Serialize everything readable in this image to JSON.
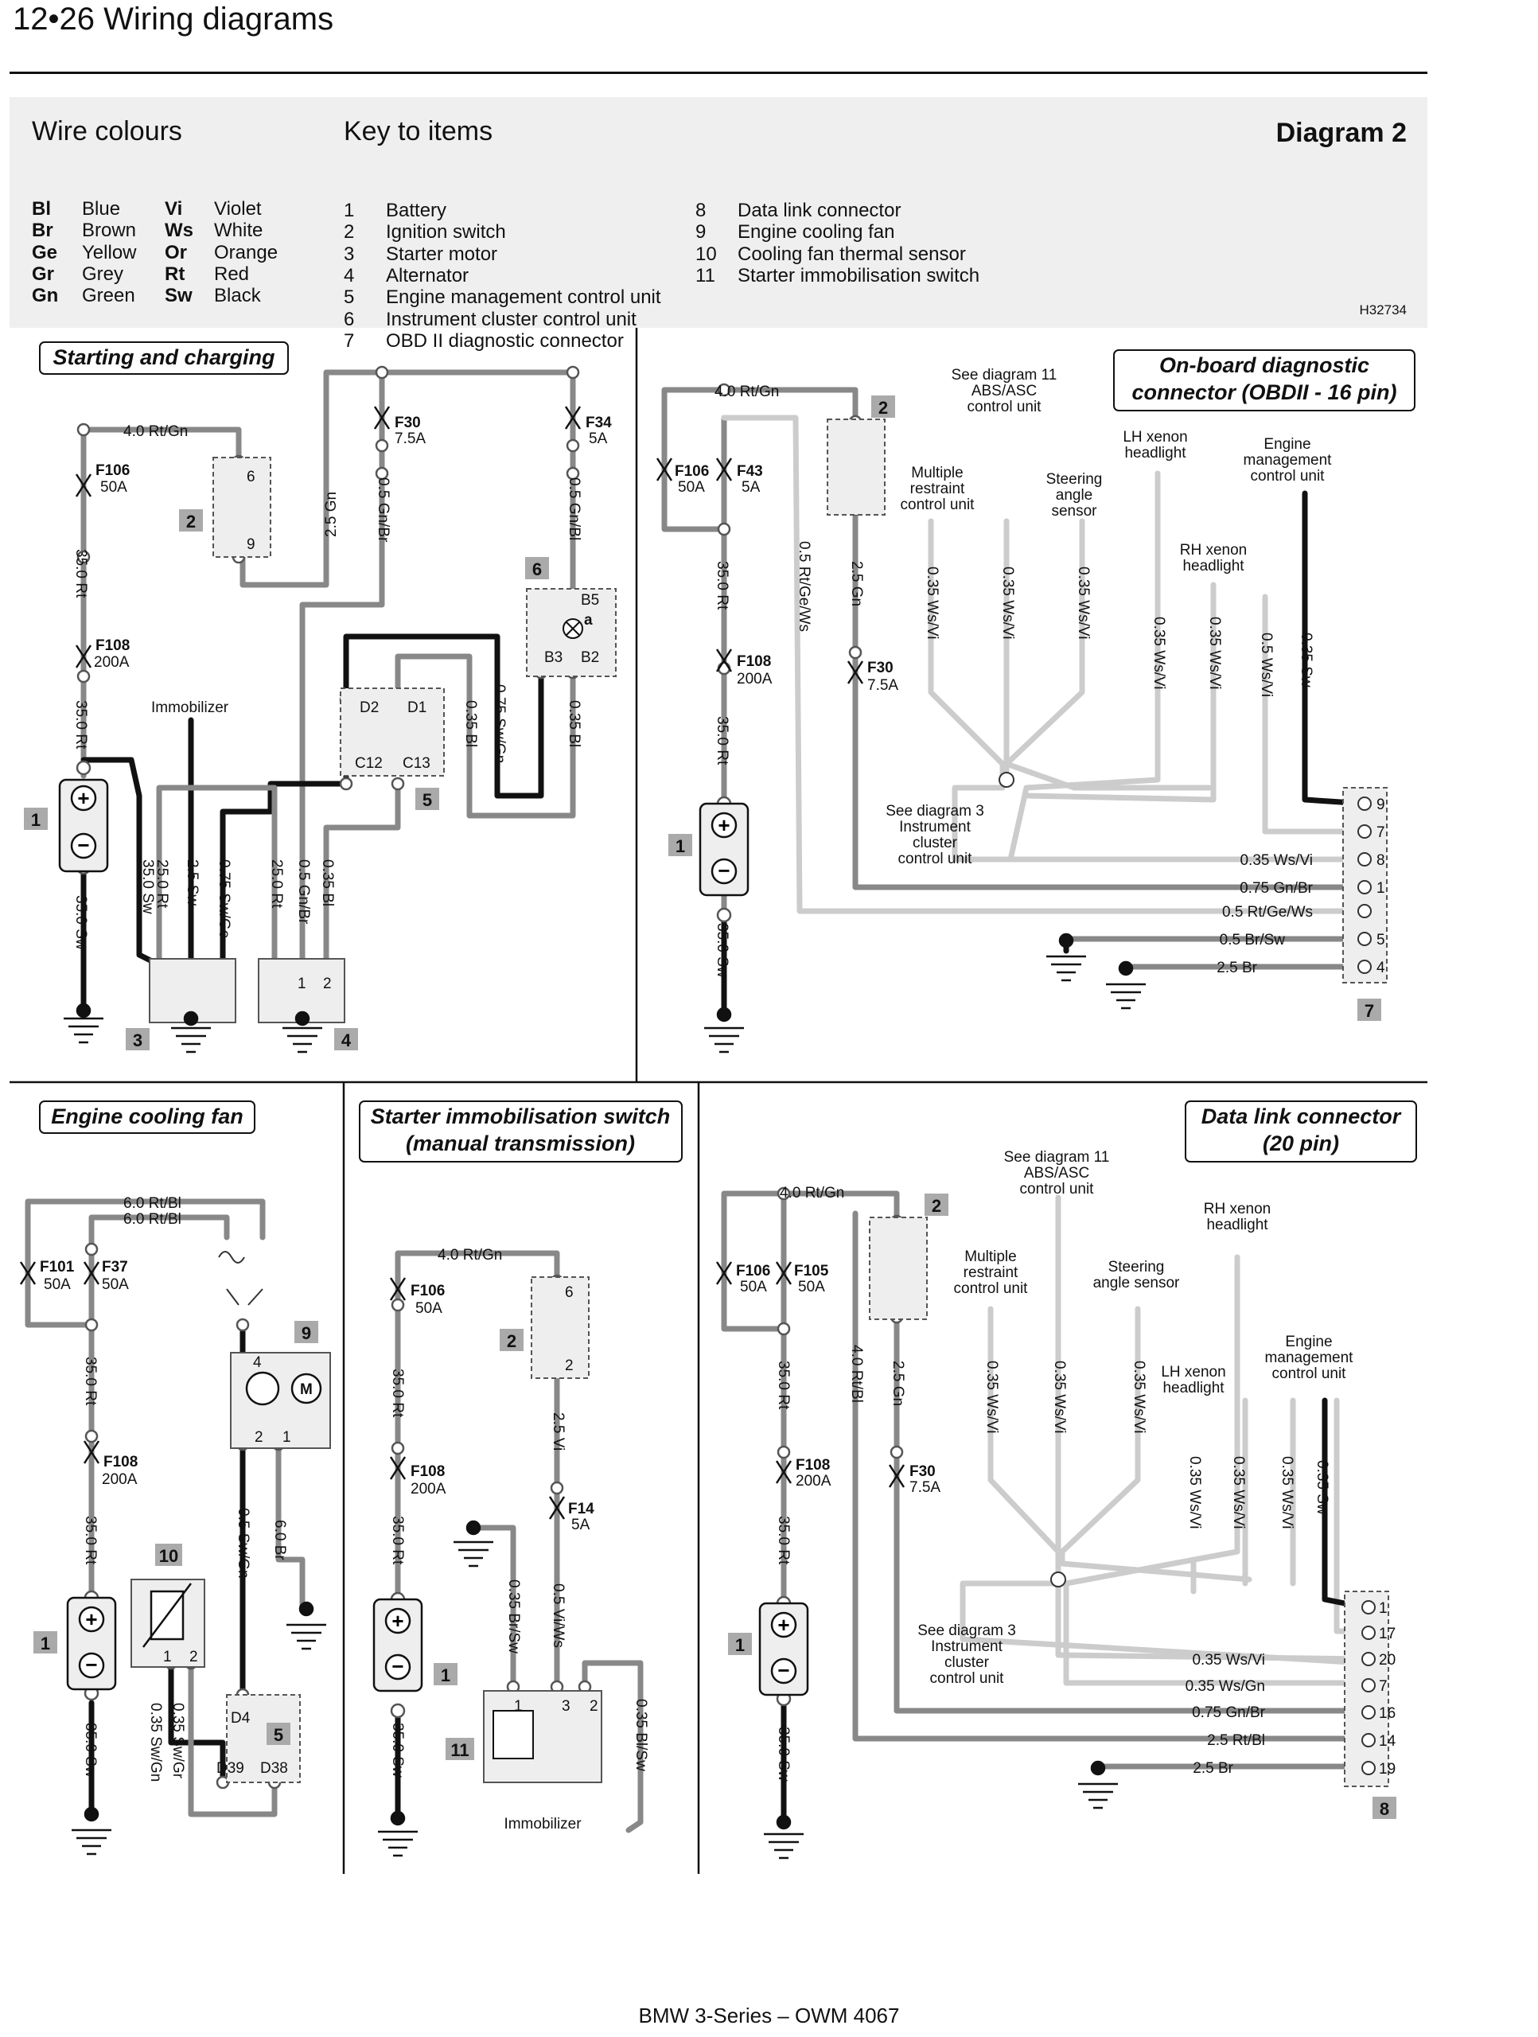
{
  "page": {
    "header": "12•26  Wiring diagrams",
    "footer": "BMW 3-Series – OWM 4067",
    "diagram_number": "Diagram 2",
    "image_code": "H32734"
  },
  "wire_colours": {
    "heading": "Wire colours",
    "col1": [
      {
        "code": "Bl",
        "name": "Blue"
      },
      {
        "code": "Br",
        "name": "Brown"
      },
      {
        "code": "Ge",
        "name": "Yellow"
      },
      {
        "code": "Gr",
        "name": "Grey"
      },
      {
        "code": "Gn",
        "name": "Green"
      }
    ],
    "col2": [
      {
        "code": "Vi",
        "name": "Violet"
      },
      {
        "code": "Ws",
        "name": "White"
      },
      {
        "code": "Or",
        "name": "Orange"
      },
      {
        "code": "Rt",
        "name": "Red"
      },
      {
        "code": "Sw",
        "name": "Black"
      }
    ]
  },
  "key_to_items": {
    "heading": "Key to items",
    "col1": [
      {
        "n": "1",
        "name": "Battery"
      },
      {
        "n": "2",
        "name": "Ignition switch"
      },
      {
        "n": "3",
        "name": "Starter motor"
      },
      {
        "n": "4",
        "name": "Alternator"
      },
      {
        "n": "5",
        "name": "Engine management control unit"
      },
      {
        "n": "6",
        "name": "Instrument cluster control unit"
      },
      {
        "n": "7",
        "name": "OBD II diagnostic connector"
      }
    ],
    "col2": [
      {
        "n": "8",
        "name": "Data link connector"
      },
      {
        "n": "9",
        "name": "Engine cooling fan"
      },
      {
        "n": "10",
        "name": "Cooling fan thermal sensor"
      },
      {
        "n": "11",
        "name": "Starter immobilisation switch"
      }
    ]
  },
  "panels": {
    "p1": {
      "title": "Starting and charging",
      "labels": {
        "w1": "4.0 Rt/Gn",
        "f106": "F106",
        "f106a": "50A",
        "f108": "F108",
        "f108a": "200A",
        "w35rt": "35.0 Rt",
        "w35sw": "35.0 Sw",
        "f30": "F30",
        "f30a": "7.5A",
        "f34": "F34",
        "f34a": "5A",
        "w25gn": "2.5 Gn",
        "w05gnbr": "0.5 Gn/Br",
        "w05gnbl": "0.5 Gn/Bl",
        "b5": "B5",
        "a": "a",
        "b3": "B3",
        "b2": "B2",
        "d2": "D2",
        "d1": "D1",
        "c12": "C12",
        "c13": "C13",
        "w075swgn": "0.75 Sw/Gn",
        "w035bl": "0.35 Bl",
        "immob": "Immobilizer",
        "w25rt": "25.0 Rt",
        "w25sw": "2.5 Sw",
        "w075swge": "0.75 Sw/Ge",
        "w05gnbr2": "0.5 Gn/Br",
        "w035bl2": "0.35 Bl",
        "t1": "1",
        "t2": "2",
        "t6": "6",
        "t9": "9"
      },
      "items": [
        "1",
        "2",
        "3",
        "4",
        "5",
        "6"
      ]
    },
    "p2": {
      "title1": "On-board diagnostic",
      "title2": "connector (OBDII - 16 pin)",
      "labels": {
        "w1": "4.0 Rt/Gn",
        "f106": "F106",
        "f106a": "50A",
        "f43": "F43",
        "f43a": "5A",
        "w05rtgews": "0.5 Rt/Ge/Ws",
        "w25gn": "2.5 Gn",
        "f30": "F30",
        "f30a": "7.5A",
        "f108": "F108",
        "f108a": "200A",
        "w35rt": "35.0 Rt",
        "w35sw": "35.0 Sw",
        "abs1": "See diagram 11",
        "abs2": "ABS/ASC",
        "abs3": "control unit",
        "mr1": "Multiple",
        "mr2": "restraint",
        "mr3": "control unit",
        "st1": "Steering",
        "st2": "angle",
        "st3": "sensor",
        "lh1": "LH xenon",
        "lh2": "headlight",
        "rh1": "RH xenon",
        "rh2": "headlight",
        "em1": "Engine",
        "em2": "management",
        "em3": "control unit",
        "ic1": "See diagram 3",
        "ic2": "Instrument",
        "ic3": "cluster",
        "ic4": "control unit",
        "v1": "0.35 Ws/Vi",
        "v2": "0.35 Ws/Vi",
        "v3": "0.35 Ws/Vi",
        "v4": "0.35 Ws/Vi",
        "v5": "0.35 Ws/Vi",
        "v6": "0.5 Ws/Vi",
        "v7": "0.35 Sw",
        "h1": "0.35 Ws/Vi",
        "h2": "0.75 Gn/Br",
        "h3": "0.5 Rt/Ge/Ws",
        "h4": "0.5 Br/Sw",
        "h5": "2.5 Br"
      },
      "pins": [
        "9",
        "7",
        "8",
        "1",
        "",
        "5",
        "4"
      ],
      "items": [
        "1",
        "2",
        "7"
      ]
    },
    "p3": {
      "title": "Engine cooling fan",
      "labels": {
        "w1": "6.0 Rt/Bl",
        "w2": "6.0 Rt/Bl",
        "f101": "F101",
        "f101a": "50A",
        "f37": "F37",
        "f37a": "50A",
        "w35rt": "35.0 Rt",
        "f108": "F108",
        "f108a": "200A",
        "w35rt2": "35.0 Rt",
        "w35sw": "35.0 Sw",
        "w05swgn": "0.5 Sw/Gn",
        "w6br": "6.0 Br",
        "d4": "D4",
        "d39": "D39",
        "d38": "D38",
        "w035swgn": "0.35 Sw/Gn",
        "w035swgr": "0.35 Sw/Gr",
        "t4": "4",
        "t2": "2",
        "t1": "1",
        "m": "M"
      },
      "items": [
        "1",
        "5",
        "9",
        "10"
      ]
    },
    "p4": {
      "title1": "Starter immobilisation switch",
      "title2": "(manual transmission)",
      "labels": {
        "w1": "4.0 Rt/Gn",
        "f106": "F106",
        "f106a": "50A",
        "w35rt": "35.0 Rt",
        "f108": "F108",
        "f108a": "200A",
        "w35rt2": "35.0 Rt",
        "w35sw": "35.0 Sw",
        "w25vi": "2.5 Vi",
        "f14": "F14",
        "f14a": "5A",
        "w05viws": "0.5 Vi/Ws",
        "w035brsw": "0.35 Br/Sw",
        "w035blsw": "0.35 Bl/Sw",
        "immob": "Immobilizer",
        "t1": "1",
        "t3": "3",
        "t2": "2",
        "t6": "6"
      },
      "items": [
        "1",
        "2",
        "11"
      ]
    },
    "p5": {
      "title1": "Data link connector",
      "title2": "(20 pin)",
      "labels": {
        "w1": "4.0 Rt/Gn",
        "f106": "F106",
        "f106a": "50A",
        "f105": "F105",
        "f105a": "50A",
        "w4rtbl": "4.0 Rt/Bl",
        "w25gn": "2.5 Gn",
        "f30": "F30",
        "f30a": "7.5A",
        "f108": "F108",
        "f108a": "200A",
        "w35rt": "35.0 Rt",
        "w35sw": "35.0 Sw",
        "abs1": "See diagram 11",
        "abs2": "ABS/ASC",
        "abs3": "control unit",
        "mr1": "Multiple",
        "mr2": "restraint",
        "mr3": "control unit",
        "st1": "Steering",
        "st2": "angle sensor",
        "rh1": "RH xenon",
        "rh2": "headlight",
        "lh1": "LH xenon",
        "lh2": "headlight",
        "em1": "Engine",
        "em2": "management",
        "em3": "control unit",
        "ic1": "See diagram 3",
        "ic2": "Instrument",
        "ic3": "cluster",
        "ic4": "control unit",
        "v1": "0.35 Ws/Vi",
        "v2": "0.35 Ws/Vi",
        "v3": "0.35 Ws/Vi",
        "v4": "0.35 Ws/Vi",
        "v5": "0.35 Ws/Vi",
        "v6": "0.35 Ws/Vi",
        "v7": "0.35 Sw",
        "h1": "0.35 Ws/Vi",
        "h2": "0.35 Ws/Gn",
        "h3": "0.75 Gn/Br",
        "h4": "2.5 Rt/Bl",
        "h5": "2.5 Br"
      },
      "pins": [
        "1",
        "17",
        "20",
        "7",
        "16",
        "14",
        "19"
      ],
      "items": [
        "1",
        "2",
        "8"
      ]
    }
  }
}
